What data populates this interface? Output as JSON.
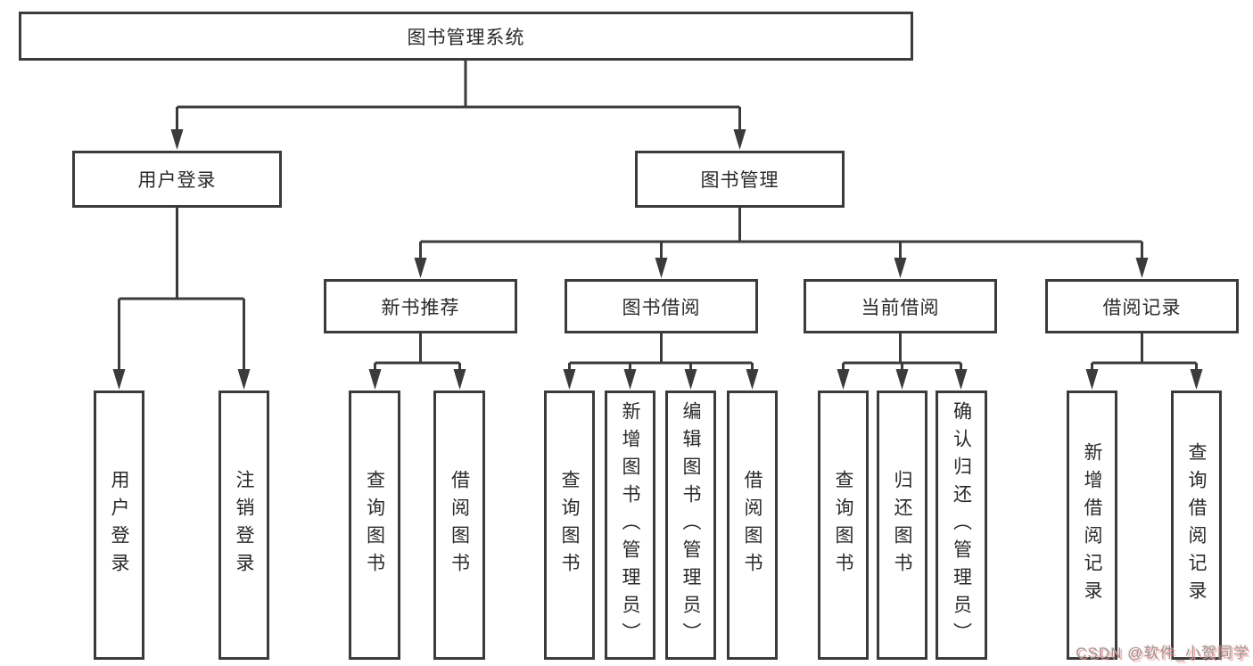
{
  "diagram": {
    "root": {
      "label": "图书管理系统",
      "children": [
        {
          "label": "用户登录",
          "children": [
            {
              "label": "用户登录"
            },
            {
              "label": "注销登录"
            }
          ]
        },
        {
          "label": "图书管理",
          "children": [
            {
              "label": "新书推荐",
              "children": [
                {
                  "label": "查询图书"
                },
                {
                  "label": "借阅图书"
                }
              ]
            },
            {
              "label": "图书借阅",
              "children": [
                {
                  "label": "查询图书"
                },
                {
                  "label": "新增图书（管理员）"
                },
                {
                  "label": "编辑图书（管理员）"
                },
                {
                  "label": "借阅图书"
                }
              ]
            },
            {
              "label": "当前借阅",
              "children": [
                {
                  "label": "查询图书"
                },
                {
                  "label": "归还图书"
                },
                {
                  "label": "确认归还（管理员）"
                }
              ]
            },
            {
              "label": "借阅记录",
              "children": [
                {
                  "label": "新增借阅记录"
                },
                {
                  "label": "查询借阅记录"
                }
              ]
            }
          ]
        }
      ]
    }
  },
  "watermark": "CSDN @软件_小贺同学",
  "colors": {
    "line": "#3b3b3b",
    "text": "#2a2a2a",
    "watermark": "#9a9a9a",
    "background": "#ffffff"
  }
}
